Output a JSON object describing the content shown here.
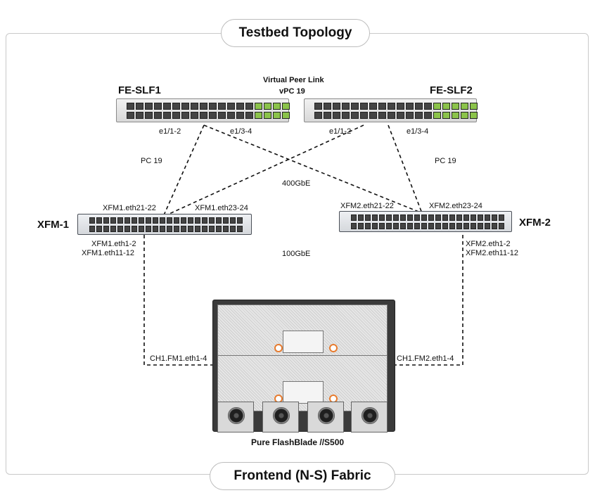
{
  "header": {
    "title": "Testbed Topology"
  },
  "footer": {
    "title": "Frontend (N-S) Fabric"
  },
  "devices": {
    "fe_slf1": "FE-SLF1",
    "fe_slf2": "FE-SLF2",
    "xfm1": "XFM-1",
    "xfm2": "XFM-2",
    "flashblade": "Pure FlashBlade //S500"
  },
  "labels": {
    "virtual_peer_link": "Virtual Peer Link",
    "vpc": "vPC 19",
    "slf1_e1_1_2": "e1/1-2",
    "slf1_e1_3_4": "e1/3-4",
    "slf2_e1_1_2": "e1/1-2",
    "slf2_e1_3_4": "e1/3-4",
    "pc_left": "PC 19",
    "pc_right": "PC 19",
    "speed_400": "400GbE",
    "speed_100": "100GbE",
    "xfm1_eth21_22": "XFM1.eth21-22",
    "xfm1_eth23_24": "XFM1.eth23-24",
    "xfm2_eth21_22": "XFM2.eth21-22",
    "xfm2_eth23_24": "XFM2.eth23-24",
    "xfm1_eth1_2": "XFM1.eth1-2",
    "xfm1_eth11_12": "XFM1.eth11-12",
    "xfm2_eth1_2": "XFM2.eth1-2",
    "xfm2_eth11_12": "XFM2.eth11-12",
    "ch1_fm1": "CH1.FM1.eth1-4",
    "ch1_fm2": "CH1.FM2.eth1-4"
  },
  "colors": {
    "link": "#111111",
    "switch_port_active": "#8bc34a",
    "accent": "#e77b2e"
  }
}
